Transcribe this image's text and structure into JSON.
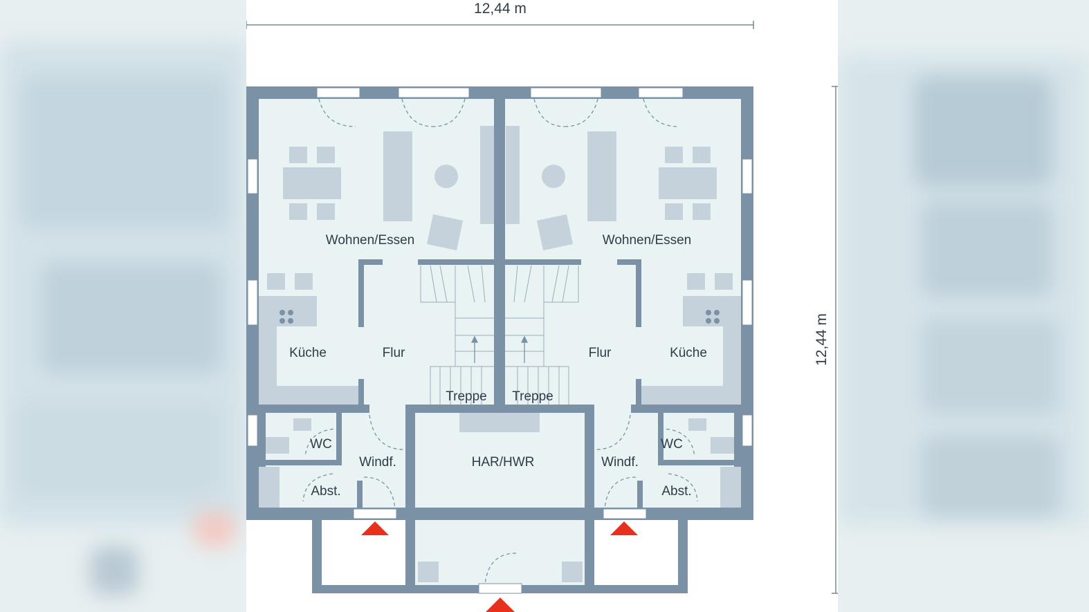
{
  "dimensions": {
    "width_label": "12,44 m",
    "depth_label": "12,44 m"
  },
  "rooms_left": {
    "wohnen": "Wohnen/Essen",
    "kueche": "Küche",
    "flur": "Flur",
    "treppe": "Treppe",
    "wc": "WC",
    "windf": "Windf.",
    "abst": "Abst."
  },
  "rooms_center": {
    "har": "HAR/HWR"
  },
  "rooms_right": {
    "wohnen": "Wohnen/Essen",
    "kueche": "Küche",
    "flur": "Flur",
    "treppe": "Treppe",
    "wc": "WC",
    "windf": "Windf.",
    "abst": "Abst."
  },
  "colors": {
    "wall": "#7b91a5",
    "floor": "#e9f3f3",
    "furniture": "#c6d2db",
    "entrance": "#e8311d",
    "dimension_line": "#7a8790"
  }
}
